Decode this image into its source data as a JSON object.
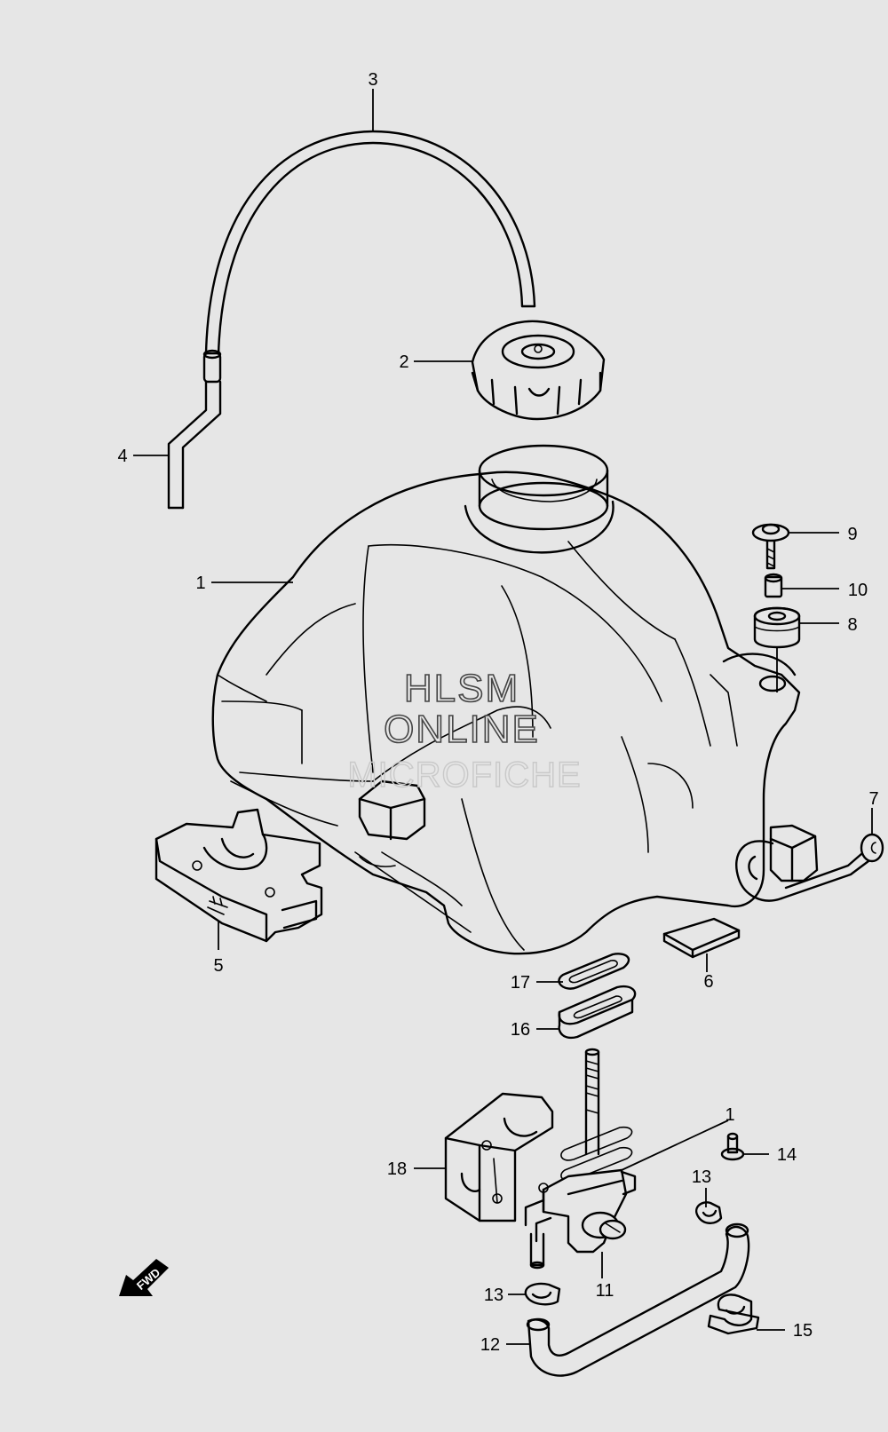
{
  "watermark": {
    "line1": "HLSM",
    "line2": "ONLINE",
    "line3": "MICROFICHE"
  },
  "direction_arrow": "FWD",
  "callouts": [
    {
      "id": "c1",
      "label": "1"
    },
    {
      "id": "c2",
      "label": "2"
    },
    {
      "id": "c3",
      "label": "3"
    },
    {
      "id": "c4",
      "label": "4"
    },
    {
      "id": "c5",
      "label": "5"
    },
    {
      "id": "c6",
      "label": "6"
    },
    {
      "id": "c7",
      "label": "7"
    },
    {
      "id": "c8",
      "label": "8"
    },
    {
      "id": "c9",
      "label": "9"
    },
    {
      "id": "c10",
      "label": "10"
    },
    {
      "id": "c11",
      "label": "11"
    },
    {
      "id": "c12",
      "label": "12"
    },
    {
      "id": "c13a",
      "label": "13"
    },
    {
      "id": "c13b",
      "label": "13"
    },
    {
      "id": "c14",
      "label": "14"
    },
    {
      "id": "c15",
      "label": "15"
    },
    {
      "id": "c16",
      "label": "16"
    },
    {
      "id": "c17",
      "label": "17"
    },
    {
      "id": "c18",
      "label": "18"
    },
    {
      "id": "c1b",
      "label": "1"
    }
  ]
}
